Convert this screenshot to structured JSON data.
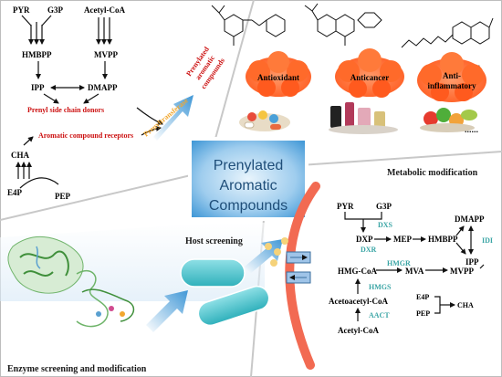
{
  "colors": {
    "teal": "#3aa5a5",
    "red": "#cc1111",
    "orange": "#f2a72e",
    "cloud": "#ff6a2a",
    "membrane": "#f26a52",
    "cell": "#5ec8cf",
    "center_box": "#3f97d6",
    "host_band": "#d7e9f7"
  },
  "panel_tl": {
    "pyr": "PYR",
    "g3p": "G3P",
    "acetyl_coa": "Acetyl-CoA",
    "hmbpp": "HMBPP",
    "mvpp": "MVPP",
    "ipp": "IPP",
    "dmapp": "DMAPP",
    "prenyl_donors": "Prenyl side chain donors",
    "receptors": "Aromatic compound receptors",
    "cha": "CHA",
    "e4p": "E4P",
    "pep": "PEP",
    "transferase": "Prenyltransferase",
    "product_line1": "Prenylated",
    "product_line2": "aromatic",
    "product_line3": "compounds"
  },
  "panel_tr": {
    "ellipsis_top": "......",
    "ellipsis_bottom": "......",
    "cloud1": "Antioxidant",
    "cloud2": "Anticancer",
    "cloud3_line1": "Anti-",
    "cloud3_line2": "inflammatory"
  },
  "center": {
    "line1": "Prenylated",
    "line2": "Aromatic",
    "line3": "Compounds"
  },
  "panel_bl": {
    "host_screening": "Host screening",
    "enzyme_title": "Enzyme screening and modification"
  },
  "panel_br": {
    "title": "Metabolic modification",
    "pyr": "PYR",
    "g3p": "G3P",
    "dxs": "DXS",
    "dxp": "DXP",
    "mep": "MEP",
    "hmbpp": "HMBPP",
    "dmapp": "DMAPP",
    "idi": "IDI",
    "ipp": "IPP",
    "dxr": "DXR",
    "hmgr": "HMGR",
    "hmg_coa": "HMG-CoA",
    "mva": "MVA",
    "mvpp": "MVPP",
    "hmgs": "HMGS",
    "acetoacetyl": "Acetoacetyl-CoA",
    "e4p": "E4P",
    "pep": "PEP",
    "cha": "CHA",
    "aact": "AACT",
    "acetyl_coa": "Acetyl-CoA"
  }
}
